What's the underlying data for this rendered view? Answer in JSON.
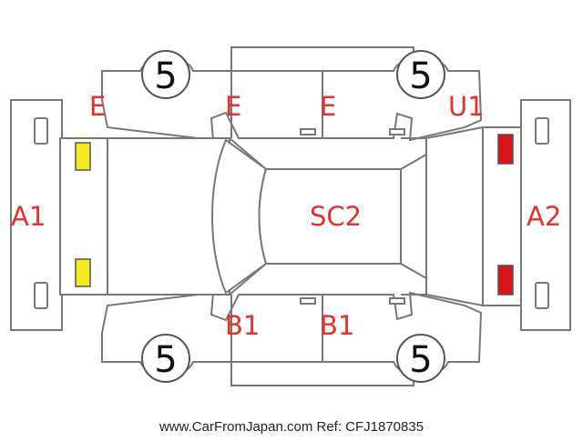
{
  "labels": {
    "rear_bumper": "A1",
    "front_bumper": "A2",
    "roof": "SC2",
    "left_rear_quarter": "E",
    "left_rear_door": "E",
    "left_front_door": "E",
    "left_front_fender": "U1",
    "right_rear_door": "B1",
    "right_front_door": "B1"
  },
  "tires": {
    "left_rear": "5",
    "left_front": "5",
    "right_rear": "5",
    "right_front": "5"
  },
  "lights": {
    "rear_color": "#f2ea1c",
    "front_color": "#d9151c"
  },
  "colors": {
    "label": "#e3312c",
    "outline": "#777777"
  },
  "footer": "www.CarFromJapan.com Ref: CFJ1870835"
}
